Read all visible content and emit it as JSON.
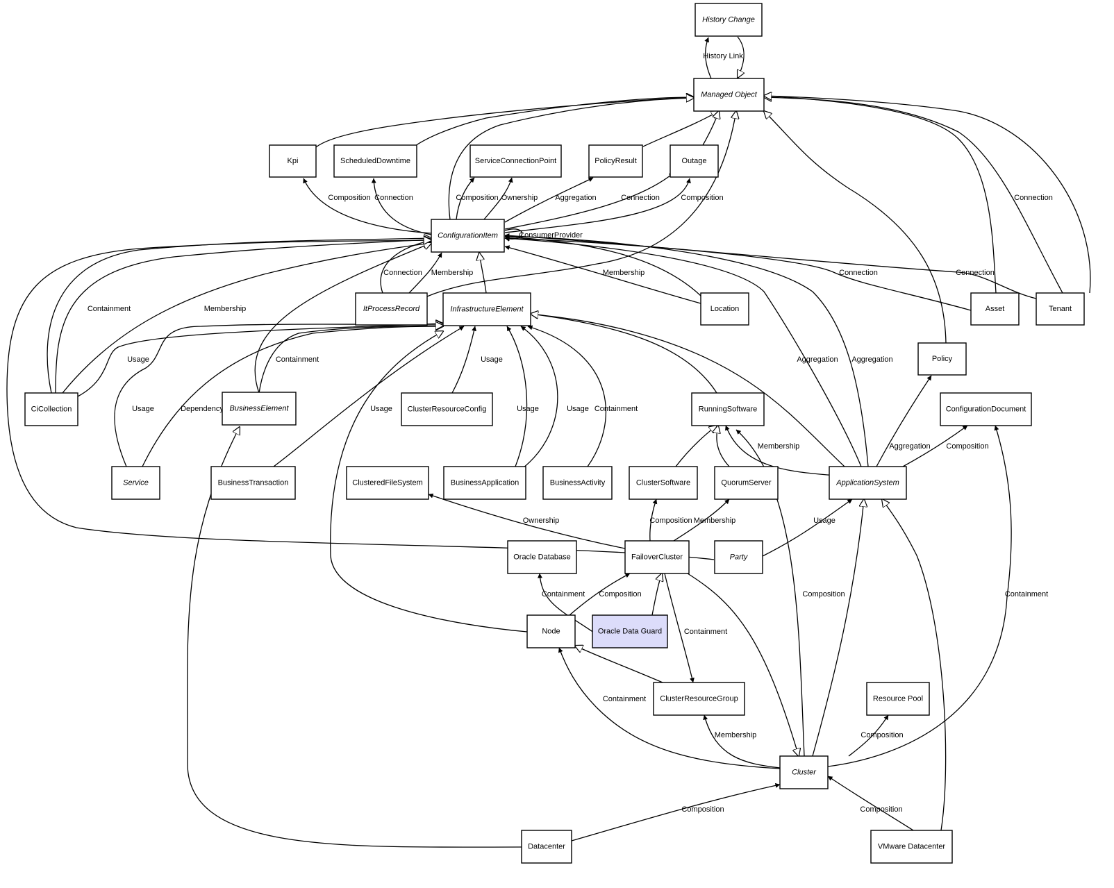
{
  "nodes": [
    {
      "id": "history",
      "label": "History Change",
      "italic": true
    },
    {
      "id": "managed",
      "label": "Managed Object",
      "italic": true
    },
    {
      "id": "kpi",
      "label": "Kpi"
    },
    {
      "id": "sched",
      "label": "ScheduledDowntime"
    },
    {
      "id": "scp",
      "label": "ServiceConnectionPoint"
    },
    {
      "id": "policyres",
      "label": "PolicyResult"
    },
    {
      "id": "outage",
      "label": "Outage"
    },
    {
      "id": "ci",
      "label": "ConfigurationItem",
      "italic": true
    },
    {
      "id": "itpr",
      "label": "ItProcessRecord",
      "italic": true
    },
    {
      "id": "infra",
      "label": "InfrastructureElement",
      "italic": true
    },
    {
      "id": "location",
      "label": "Location"
    },
    {
      "id": "asset",
      "label": "Asset"
    },
    {
      "id": "tenant",
      "label": "Tenant"
    },
    {
      "id": "policy",
      "label": "Policy"
    },
    {
      "id": "cicoll",
      "label": "CiCollection"
    },
    {
      "id": "busel",
      "label": "BusinessElement",
      "italic": true
    },
    {
      "id": "crc",
      "label": "ClusterResourceConfig"
    },
    {
      "id": "runsw",
      "label": "RunningSoftware"
    },
    {
      "id": "confdoc",
      "label": "ConfigurationDocument"
    },
    {
      "id": "service",
      "label": "Service",
      "italic": true
    },
    {
      "id": "bustx",
      "label": "BusinessTransaction"
    },
    {
      "id": "cfs",
      "label": "ClusteredFileSystem"
    },
    {
      "id": "busapp",
      "label": "BusinessApplication"
    },
    {
      "id": "busact",
      "label": "BusinessActivity"
    },
    {
      "id": "clsw",
      "label": "ClusterSoftware"
    },
    {
      "id": "quorum",
      "label": "QuorumServer"
    },
    {
      "id": "appsys",
      "label": "ApplicationSystem",
      "italic": true
    },
    {
      "id": "oradb",
      "label": "Oracle Database"
    },
    {
      "id": "failover",
      "label": "FailoverCluster"
    },
    {
      "id": "party",
      "label": "Party",
      "italic": true
    },
    {
      "id": "node",
      "label": "Node"
    },
    {
      "id": "odg",
      "label": "Oracle Data Guard",
      "highlight": true
    },
    {
      "id": "crg",
      "label": "ClusterResourceGroup"
    },
    {
      "id": "respool",
      "label": "Resource Pool"
    },
    {
      "id": "cluster",
      "label": "Cluster",
      "italic": true
    },
    {
      "id": "datacenter",
      "label": "Datacenter"
    },
    {
      "id": "vmdc",
      "label": "VMware Datacenter"
    }
  ],
  "edge_labels": [
    "History Link",
    "Composition",
    "Connection",
    "Composition",
    "Ownership",
    "Aggregation",
    "Connection",
    "Composition",
    "ConsumerProvider",
    "Connection",
    "Membership",
    "Membership",
    "Connection",
    "Connection",
    "Connection",
    "Containment",
    "Membership",
    "Usage",
    "Usage",
    "Dependency",
    "Containment",
    "Usage",
    "Usage",
    "Usage",
    "Containment",
    "Usage",
    "Aggregation",
    "Aggregation",
    "Membership",
    "Aggregation",
    "Composition",
    "Composition",
    "Membership",
    "Usage",
    "Ownership",
    "Containment",
    "Composition",
    "Containment",
    "Containment",
    "Membership",
    "Composition",
    "Containment",
    "Composition",
    "Composition",
    "Composition"
  ],
  "colors": {
    "highlight": "#dcdcfa",
    "stroke": "#000000"
  }
}
